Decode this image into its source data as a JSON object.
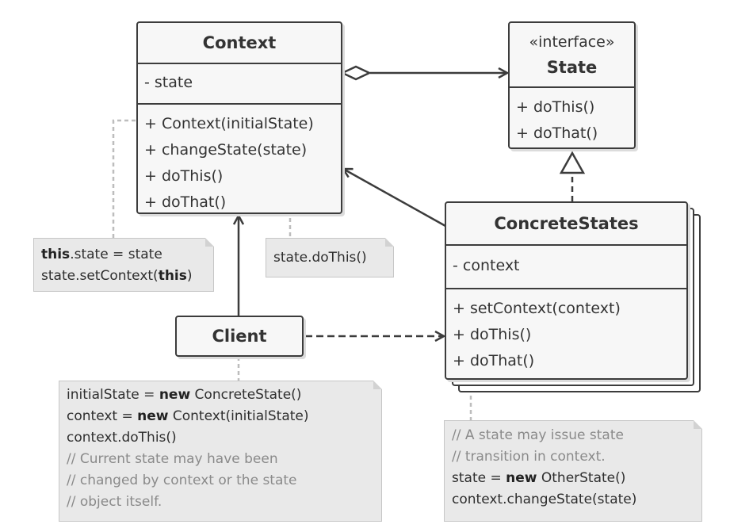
{
  "context": {
    "title": "Context",
    "fields": [
      "- state"
    ],
    "methods": [
      "+ Context(initialState)",
      "+ changeState(state)",
      "+ doThis()",
      "+ doThat()"
    ]
  },
  "state": {
    "stereotype": "«interface»",
    "title": "State",
    "methods": [
      "+ doThis()",
      "+ doThat()"
    ]
  },
  "concrete": {
    "title": "ConcreteStates",
    "fields": [
      "- context"
    ],
    "methods": [
      "+ setContext(context)",
      "+ doThis()",
      "+ doThat()"
    ]
  },
  "client": {
    "title": "Client"
  },
  "notes": {
    "ctor": {
      "line1_kw": "this",
      "line1_rest": ".state = state",
      "line2_pre": "state.setContext(",
      "line2_kw": "this",
      "line2_post": ")"
    },
    "dothis": {
      "text": "state.doThis()"
    },
    "client": {
      "l1_pre": "initialState = ",
      "l1_kw": "new",
      "l1_post": " ConcreteState()",
      "l2_pre": "context = ",
      "l2_kw": "new",
      "l2_post": " Context(initialState)",
      "l3": "context.doThis()",
      "c1": "// Current state may have been",
      "c2": "// changed by context or the state",
      "c3": "// object itself."
    },
    "concrete": {
      "c1": "// A state may issue state",
      "c2": "// transition in context.",
      "l1_pre": "state = ",
      "l1_kw": "new",
      "l1_post": " OtherState()",
      "l2": "context.changeState(state)"
    }
  },
  "colors": {
    "stroke": "#3c3c3c",
    "box_fill": "#f7f7f7",
    "note_fill": "#e9e9e9",
    "dotted": "#bdbdbd"
  }
}
